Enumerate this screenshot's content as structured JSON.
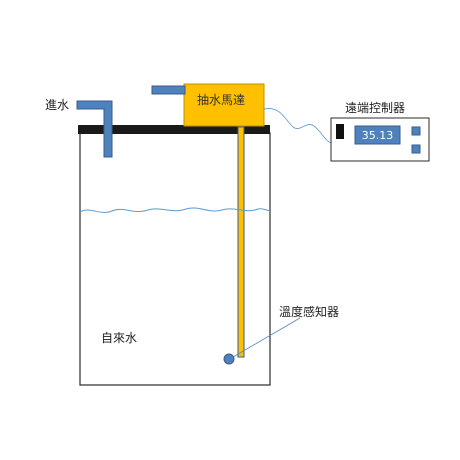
{
  "labels": {
    "water_inlet": "進水",
    "pump": "抽水馬達",
    "remote_controller": "遠端控制器",
    "temperature_sensor": "溫度感知器",
    "tap_water": "自來水"
  },
  "controller": {
    "display_value": "35.13"
  },
  "colors": {
    "pipe_blue": "#4f81bd",
    "pipe_blue_border": "#385d8a",
    "pump_yellow": "#ffc000",
    "pump_border": "#bf9000",
    "tank_lid": "#1a1a1a",
    "water_line": "#5b9bd5"
  }
}
